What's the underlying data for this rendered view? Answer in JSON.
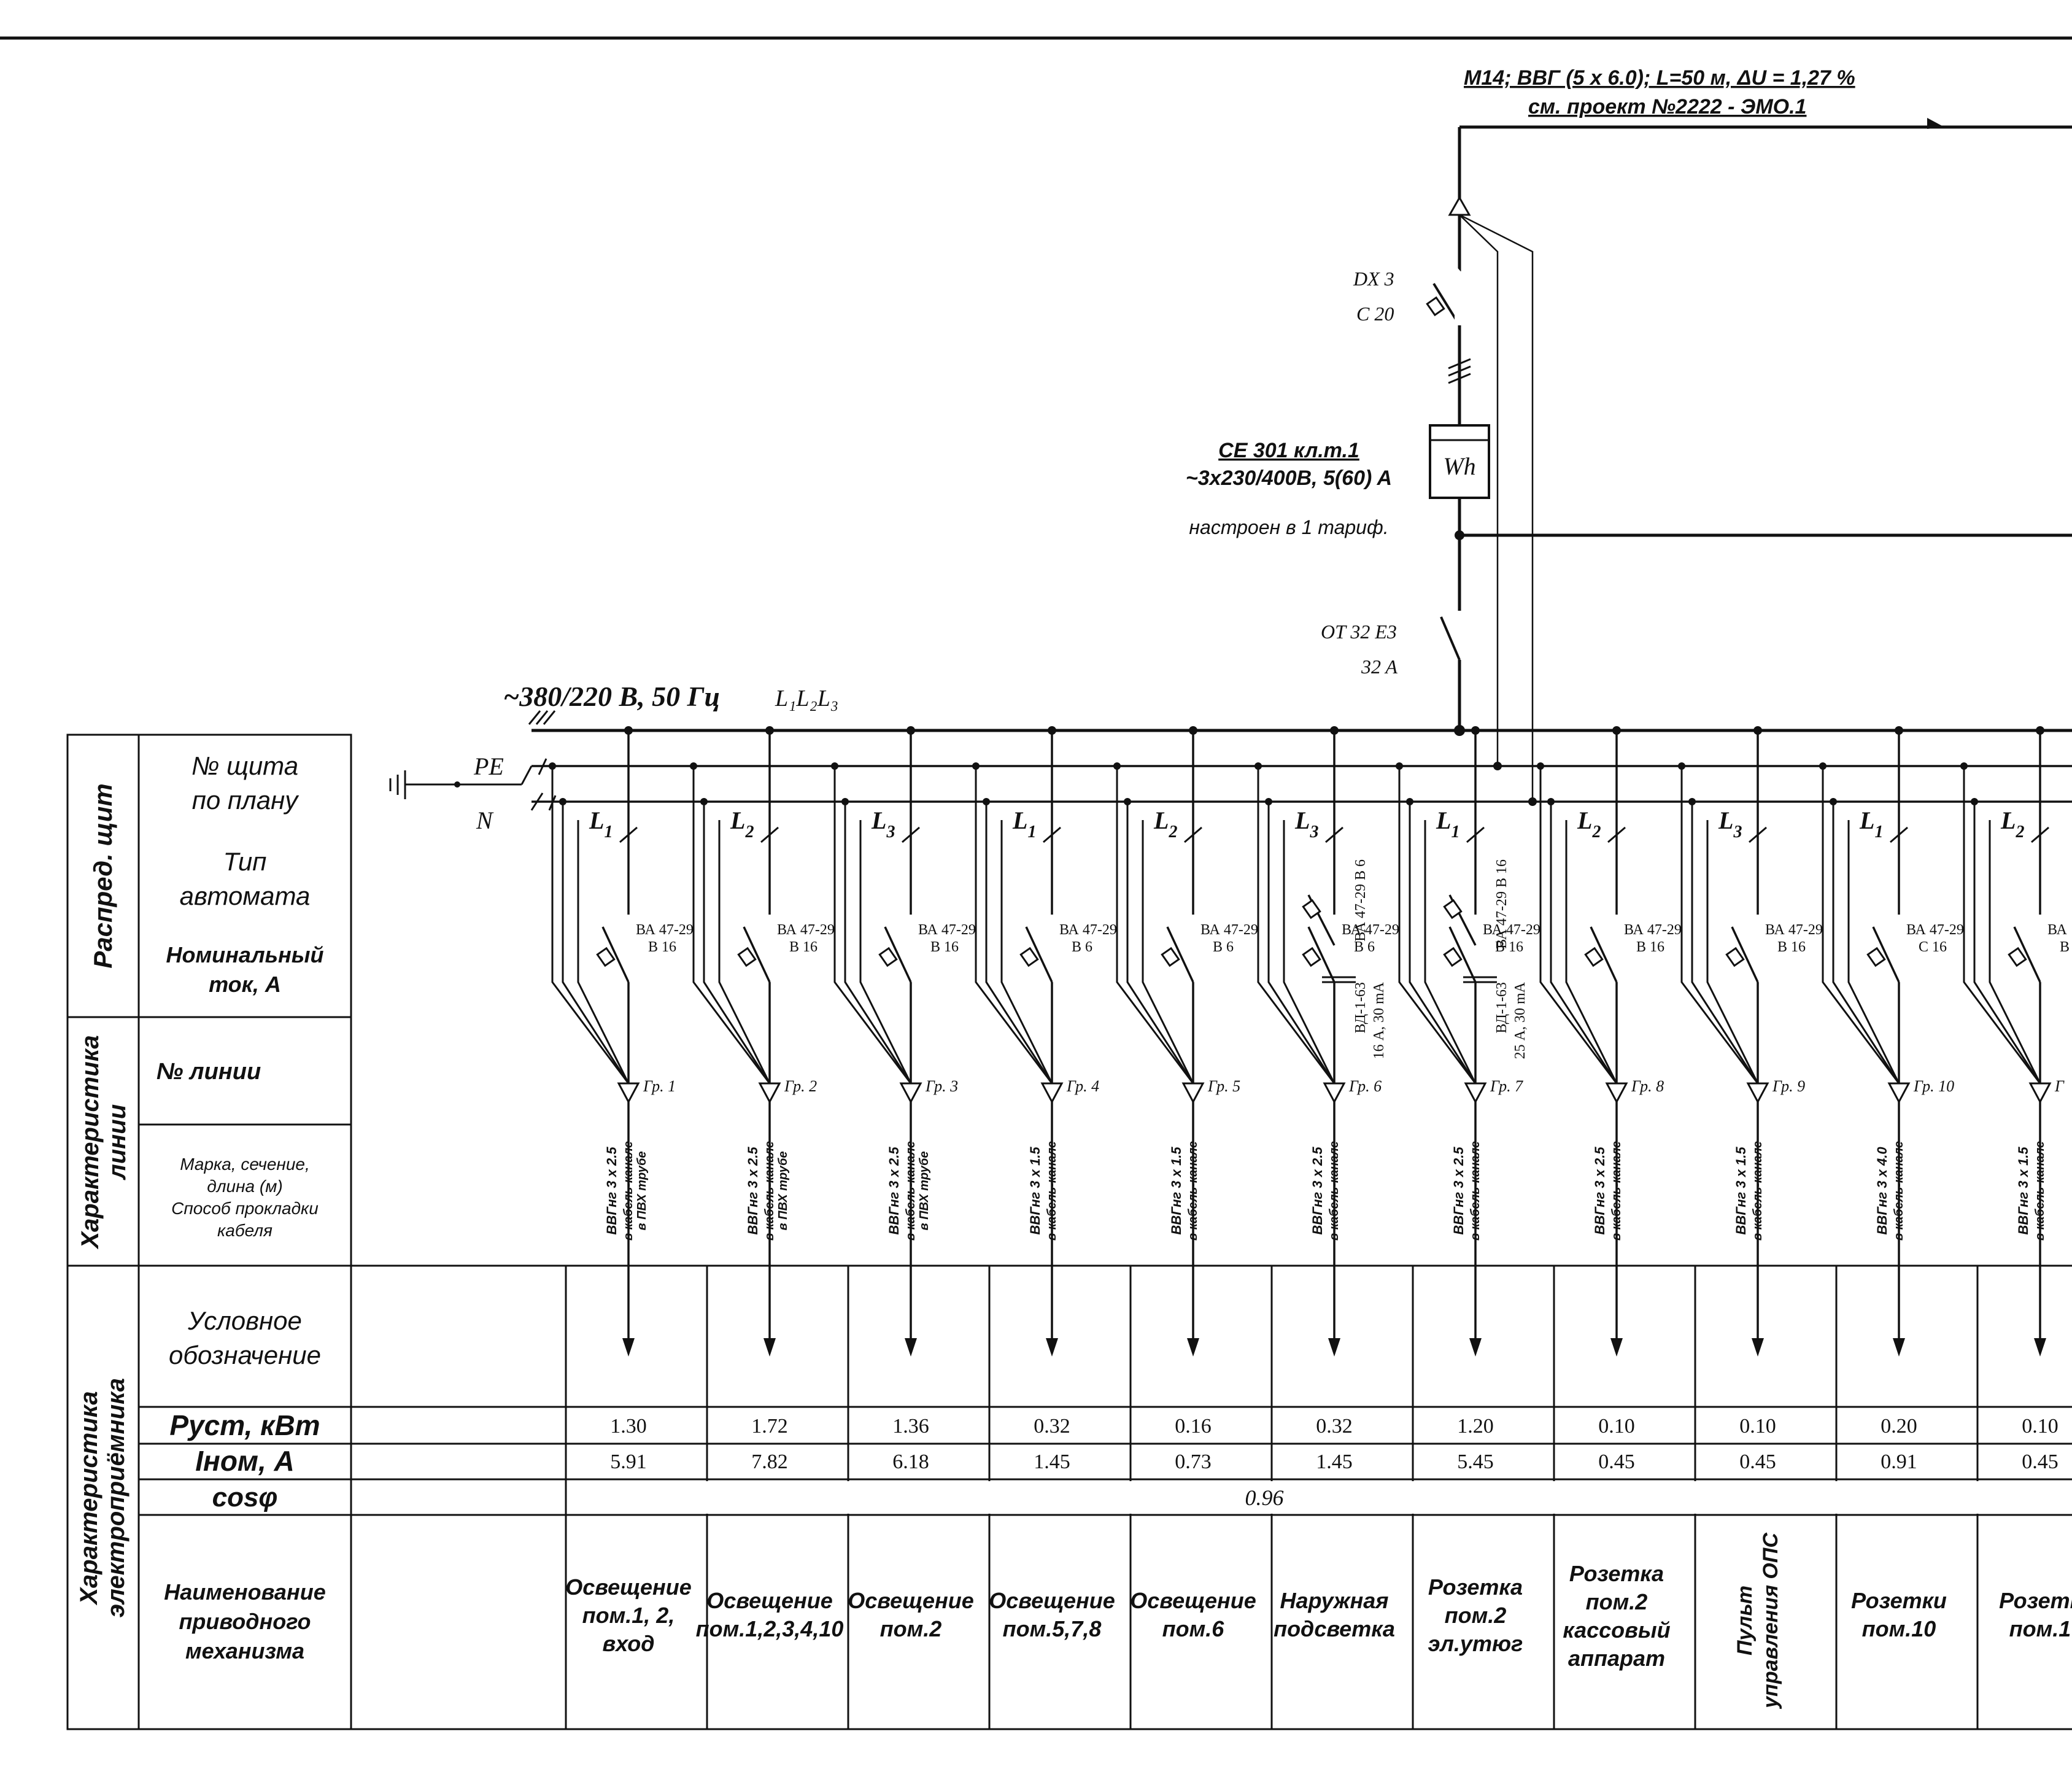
{
  "feeder": {
    "line1": "M14; ВВГ (5 х 6.0); L=50 м,  ΔU =  1,27 %",
    "line2": "см. проект №2222 - ЭМО.1"
  },
  "main_breaker": {
    "type": "DX 3",
    "rating": "C 20"
  },
  "meter": {
    "symbol": "Wh",
    "model": "CE 301 кл.т.1",
    "spec": "~3x230/400B, 5(60) A",
    "note": "настроен в 1 тариф."
  },
  "switch": {
    "type": "OT 32 E3",
    "rating": "32 A"
  },
  "supply": {
    "voltage": "~380/220 В, 50 Гц",
    "phases": "L₁L₂L₃",
    "pe_label": "PE",
    "n_label": "N"
  },
  "table": {
    "section_distribution": "Распред. щит",
    "section_line": "Характеристика линии",
    "section_receiver": "Характеристика электроприёмника",
    "row_panel_no": "№ щита по плану",
    "row_breaker_type": "Тип автомата",
    "row_rated_current": "Номинальный ток, А",
    "row_line_no": "№ линии",
    "row_cable": "Марка, сечение, длина (м) Способ прокладки кабеля",
    "row_symbol": "Условное обозначение",
    "row_p": "Руст, кВт",
    "row_i": "Іном, А",
    "row_cos": "cosφ",
    "row_name": "Наименование приводного механизма",
    "cos_value": "0.96"
  },
  "groups": [
    {
      "phase": "L1",
      "phase_letter": "L",
      "phase_num": "1",
      "breaker": "ВА 47-29",
      "rating": "В 16",
      "rcd": "",
      "rcd_rating": "",
      "group": "Гр. 1",
      "cable": "ВВГнг 3 х 2.5",
      "method": "в кабель-канале в ПВХ трубе",
      "p": "1.30",
      "i": "5.91",
      "name": "Освещение пом.1, 2, вход"
    },
    {
      "phase": "L2",
      "phase_letter": "L",
      "phase_num": "2",
      "breaker": "ВА 47-29",
      "rating": "В 16",
      "rcd": "",
      "rcd_rating": "",
      "group": "Гр. 2",
      "cable": "ВВГнг 3 х 2.5",
      "method": "в кабель-канале в ПВХ трубе",
      "p": "1.72",
      "i": "7.82",
      "name": "Освещение пом.1,2,3,4,10"
    },
    {
      "phase": "L3",
      "phase_letter": "L",
      "phase_num": "3",
      "breaker": "ВА 47-29",
      "rating": "В 16",
      "rcd": "",
      "rcd_rating": "",
      "group": "Гр. 3",
      "cable": "ВВГнг 3 х 2.5",
      "method": "в кабель-канале в ПВХ трубе",
      "p": "1.36",
      "i": "6.18",
      "name": "Освещение пом.2"
    },
    {
      "phase": "L1",
      "phase_letter": "L",
      "phase_num": "1",
      "breaker": "ВА 47-29",
      "rating": "В 6",
      "rcd": "",
      "rcd_rating": "",
      "group": "Гр. 4",
      "cable": "ВВГнг 3 х 1.5",
      "method": "в кабель-канале",
      "p": "0.32",
      "i": "1.45",
      "name": "Освещение пом.5,7,8"
    },
    {
      "phase": "L2",
      "phase_letter": "L",
      "phase_num": "2",
      "breaker": "ВА 47-29",
      "rating": "В 6",
      "rcd": "",
      "rcd_rating": "",
      "group": "Гр. 5",
      "cable": "ВВГнг 3 х 1.5",
      "method": "в кабель-канале",
      "p": "0.16",
      "i": "0.73",
      "name": "Освещение пом.6"
    },
    {
      "phase": "L3",
      "phase_letter": "L",
      "phase_num": "3",
      "breaker": "ВА 47-29",
      "rating": "В 6",
      "rcd": "ВД-1-63",
      "rcd_rating": "16 А, 30 mA",
      "group": "Гр. 6",
      "cable": "ВВГнг 3 х 2.5",
      "method": "в кабель-канале",
      "p": "0.32",
      "i": "1.45",
      "name": "Наружная подсветка"
    },
    {
      "phase": "L1",
      "phase_letter": "L",
      "phase_num": "1",
      "breaker": "ВА 47-29",
      "rating": "В 16",
      "rcd": "ВД-1-63",
      "rcd_rating": "25 А, 30 mA",
      "group": "Гр. 7",
      "cable": "ВВГнг 3 х 2.5",
      "method": "в кабель-канале",
      "p": "1.20",
      "i": "5.45",
      "name": "Розетка пом.2 эл.утюг"
    },
    {
      "phase": "L2",
      "phase_letter": "L",
      "phase_num": "2",
      "breaker": "ВА 47-29",
      "rating": "В 16",
      "rcd": "",
      "rcd_rating": "",
      "group": "Гр. 8",
      "cable": "ВВГнг 3 х 2.5",
      "method": "в кабель-канале",
      "p": "0.10",
      "i": "0.45",
      "name": "Розетка пом.2 кассовый аппарат"
    },
    {
      "phase": "L3",
      "phase_letter": "L",
      "phase_num": "3",
      "breaker": "ВА 47-29",
      "rating": "В 16",
      "rcd": "",
      "rcd_rating": "",
      "group": "Гр. 9",
      "cable": "ВВГнг 3 х 1.5",
      "method": "в кабель-канале",
      "p": "0.10",
      "i": "0.45",
      "name": "Пульт управления ОПС"
    },
    {
      "phase": "L1",
      "phase_letter": "L",
      "phase_num": "1",
      "breaker": "ВА 47-29",
      "rating": "С 16",
      "rcd": "",
      "rcd_rating": "",
      "group": "Гр. 10",
      "cable": "ВВГнг 3 х 4.0",
      "method": "в кабель-канале",
      "p": "0.20",
      "i": "0.91",
      "name": "Розетки пом.10"
    },
    {
      "phase": "L2",
      "phase_letter": "L",
      "phase_num": "2",
      "breaker": "ВА",
      "rating": "В",
      "rcd": "",
      "rcd_rating": "",
      "group": "Г",
      "cable": "ВВГнг 3 х 1.5",
      "method": "в кабель-канале",
      "p": "0.10",
      "i": "0.45",
      "name": "Розетк пом.1"
    }
  ]
}
